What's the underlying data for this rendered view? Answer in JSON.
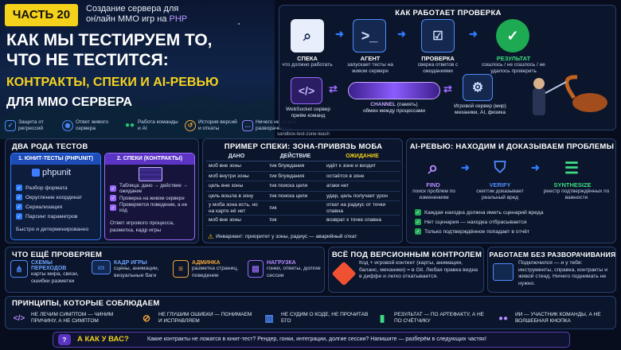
{
  "hero": {
    "episode": "ЧАСТЬ 20",
    "subtitle_line1": "Создание сервера для",
    "subtitle_line2": "онлайн MMO игр на",
    "subtitle_php": "PHP",
    "title_line1": "КАК МЫ ТЕСТИРУЕМ ТО,",
    "title_line2": "ЧТО НЕ ТЕСТИТСЯ:",
    "title_line3": "КОНТРАКТЫ, СПЕКИ И AI-РЕВЬЮ",
    "title_line4": "ДЛЯ MMO СЕРВЕРА",
    "features": [
      {
        "icon": "shield-check-icon",
        "text": "Защита от регрессий",
        "color": "#4f8cff"
      },
      {
        "icon": "eye-icon",
        "text": "Ответ живого сервера",
        "color": "#4f8cff"
      },
      {
        "icon": "team-icon",
        "text": "Работа команды и AI",
        "color": "#28c76f"
      },
      {
        "icon": "history-icon",
        "text": "История версий и откаты",
        "color": "#f0a63a"
      },
      {
        "icon": "chat-bubble-icon",
        "text": "Ничего не нужно разворачивать",
        "color": "#9b7bff"
      }
    ]
  },
  "how": {
    "title": "КАК РАБОТАЕТ ПРОВЕРКА",
    "steps": [
      {
        "icon": "document-search-icon",
        "label": "СПЕКА",
        "sub": "что должно работать",
        "color": "#4f8cff"
      },
      {
        "icon": "terminal-icon",
        "label": "АГЕНТ",
        "sub": "запускает тесты на живом сервере",
        "color": "#4f8cff"
      },
      {
        "icon": "checklist-icon",
        "label": "ПРОВЕРКА",
        "sub": "сверка ответов с ожиданиями",
        "color": "#4f8cff"
      },
      {
        "icon": "check-circle-icon",
        "label": "РЕЗУЛЬТАТ",
        "sub": "сошлось / не сошлось / не удалось проверить",
        "color": "#1ea953"
      }
    ],
    "ws_label": "WebSocket сервер",
    "ws_sub": "приём команд",
    "channel_label": "CHANNEL",
    "channel_paren": "(память)",
    "channel_sub": "обмен между процессами",
    "game_label": "Игровой сервер (мир)",
    "game_sub": "механики, AI, физика"
  },
  "types": {
    "title": "ДВА РОДА ТЕСТОВ",
    "unit_title": "1. ЮНИТ-ТЕСТЫ (PHPUNIT)",
    "unit_logo": "phpunit",
    "unit_items": [
      "Разбор формата",
      "Округление координат",
      "Сериализация",
      "Парсинг параметров"
    ],
    "unit_footer": "Быстро и детерминированно",
    "spec_title": "2. СПЕКИ (КОНТРАКТЫ)",
    "spec_items": [
      "Таблица: дано → действие → ожидание",
      "Проверка на живом сервере",
      "Проверяется поведение, а не код"
    ],
    "spec_footer": "Ответ игрового процесса, разметка, кадр игры"
  },
  "example": {
    "title": "ПРИМЕР СПЕКИ: ЗОНА-ПРИВЯЗЬ МОБА",
    "tag": "sandbox-test-zone-leash",
    "headers": [
      "ДАНО",
      "ДЕЙСТВИЕ",
      "ОЖИДАНИЕ"
    ],
    "rows": [
      [
        "моб вне зоны",
        "тик блуждания",
        "идёт к зоне и входит"
      ],
      [
        "моб внутри зоны",
        "тик блуждания",
        "остаётся в зоне"
      ],
      [
        "цель вне зоны",
        "тик поиска цели",
        "атаки нет"
      ],
      [
        "цель вошла в зону",
        "тик поиска цели",
        "удар, цель получает урон"
      ],
      [
        "у моба зона есть, но на карте её нет",
        "тик",
        "откат на радиус от точки спавна"
      ],
      [
        "моб вне зоны",
        "тик",
        "возврат к точке спавна"
      ]
    ],
    "invariant": "Инвариант: приоритет у зоны, радиус — аварийный откат"
  },
  "ai": {
    "title": "AI-РЕВЬЮ: НАХОДИМ И ДОКАЗЫВАЕМ ПРОБЛЕМЫ",
    "steps": [
      {
        "icon": "magnifier-icon",
        "label": "FIND",
        "sub": "поиск проблем по изменениям",
        "color": "#9b6bff"
      },
      {
        "icon": "shield-icon",
        "label": "VERIFY",
        "sub": "скептик доказывает реальный вред",
        "color": "#4f8cff"
      },
      {
        "icon": "list-icon",
        "label": "SYNTHESIZE",
        "sub": "реестр подтверждённых по важности",
        "color": "#1ea953"
      }
    ],
    "bullets": [
      "Каждая находка должна иметь сценарий вреда",
      "Нет сценария — находка отбрасывается",
      "Только подтверждённое попадает в отчёт"
    ]
  },
  "more": {
    "title": "ЧТО ЕЩЁ ПРОВЕРЯЕМ",
    "items": [
      {
        "icon": "flow-graph-icon",
        "title": "СХЕМЫ ПЕРЕХОДОВ",
        "sub": "карты мира, связи, ошибки разметки",
        "color": "#4f8cff"
      },
      {
        "icon": "monitor-icon",
        "title": "КАДР ИГРЫ",
        "sub": "сцены, анимации, визуальные баги",
        "color": "#4f8cff"
      },
      {
        "icon": "admin-doc-icon",
        "title": "АДМИНКА",
        "sub": "разметка страниц, поведение",
        "color": "#f0a63a"
      },
      {
        "icon": "server-load-icon",
        "title": "НАГРУЗКА",
        "sub": "гонки, ответы, долгие сессии",
        "color": "#9b6bff"
      }
    ]
  },
  "vcs": {
    "title": "ВСЁ ПОД ВЕРСИОННЫМ КОНТРОЛЕМ",
    "icon": "git-icon",
    "text": "Код + игровой контент (карты, анимации, баланс, механики) = в Git. Любая правка видна в диффе и легко откатывается."
  },
  "deploy": {
    "title": "РАБОТАЕМ БЕЗ РАЗВОРАЧИВАНИЯ",
    "text": "Подключился — и у тебя: инструменты, справка, контракты и живой стенд. Ничего поднимать не нужно."
  },
  "principles": {
    "title": "ПРИНЦИПЫ, КОТОРЫЕ СОБЛЮДАЕМ",
    "items": [
      {
        "icon": "code-brackets-icon",
        "text": "НЕ ЛЕЧИМ СИМПТОМ — ЧИНИМ ПРИЧИНУ, А НЕ СИМПТОМ",
        "color": "#9b6bff"
      },
      {
        "icon": "eye-off-icon",
        "text": "НЕ ГЛУШИМ ОШИБКИ — ПОНИМАЕМ И ИСПРАВЛЯЕМ",
        "color": "#f0a63a"
      },
      {
        "icon": "book-icon",
        "text": "НЕ СУДИМ О КОДЕ, НЕ ПРОЧИТАВ ЕГО",
        "color": "#4f8cff"
      },
      {
        "icon": "chart-icon",
        "text": "РЕЗУЛЬТАТ — ПО АРТЕФАКТУ, А НЕ ПО СЧЁТЧИКУ",
        "color": "#1ea953"
      },
      {
        "icon": "team-icon",
        "text": "ИИ — УЧАСТНИК КОМАНДЫ, А НЕ ВОЛШЕБНАЯ КНОПКА",
        "color": "#9b6bff"
      }
    ]
  },
  "footer": {
    "icon": "question-chat-icon",
    "label": "А КАК У ВАС?",
    "text": "Какие контракты не ложатся в юнит-тест? Рендер, гонки, интеграции, долгие сессии? Напишите — разберём в следующих частях!"
  },
  "colors": {
    "accent_yellow": "#f4d21b",
    "accent_blue": "#2f7dff",
    "accent_purple": "#9b6bff",
    "accent_green": "#1ea953",
    "panel_border": "#27406f"
  }
}
